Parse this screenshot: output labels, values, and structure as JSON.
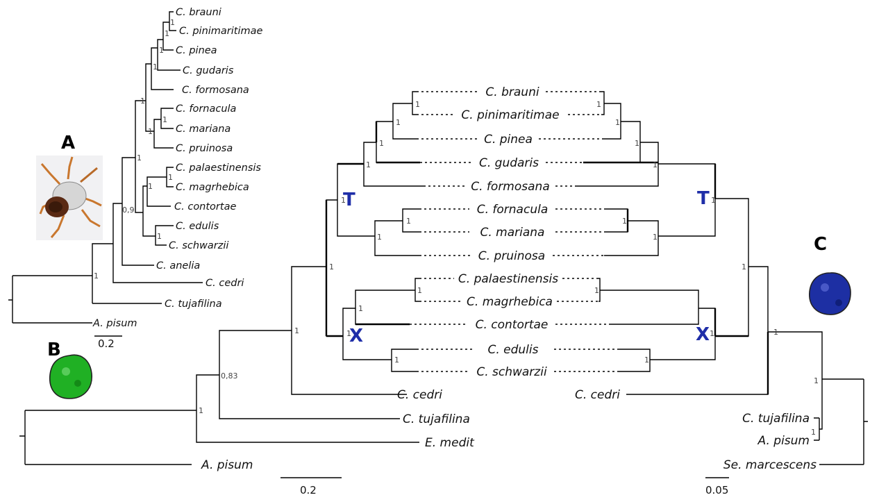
{
  "colors": {
    "marker": "#1f2ea8",
    "cellB": "#1fae23",
    "cellC": "#1d2fa3"
  },
  "panels": {
    "a": "A",
    "b": "B",
    "c": "C"
  },
  "panelA": {
    "taxa": [
      "C. brauni",
      "C. pinimaritimae",
      "C. pinea",
      "C. gudaris",
      "C. formosana",
      "C. fornacula",
      "C. mariana",
      "C. pruinosa",
      "C. palaestinensis",
      "C. magrhebica",
      "C. contortae",
      "C. edulis",
      "C. schwarzii",
      "C. anelia",
      "C. cedri",
      "C. tujafilina",
      "A. pisum"
    ],
    "support": [
      "1",
      "1",
      "1",
      "1",
      "1",
      "1",
      "1",
      "1",
      "1",
      "1",
      "0,9",
      "1",
      "1"
    ],
    "scale": "0.2"
  },
  "center": {
    "taxa": [
      "C. brauni",
      "C. pinimaritimae",
      "C. pinea",
      "C. gudaris",
      "C. formosana",
      "C. fornacula",
      "C. mariana",
      "C. pruinosa",
      "C. palaestinensis",
      "C. magrhebica",
      "C. contortae",
      "C. edulis",
      "C. schwarzii"
    ],
    "left_outgroups": [
      "C. cedri",
      "C. tujafilina",
      "E. medit",
      "A. pisum"
    ],
    "right_outgroup": "C. cedri",
    "left_support": [
      "1",
      "1",
      "1",
      "1",
      "1",
      "1",
      "1",
      "1",
      "1",
      "1",
      "1",
      "1",
      "1",
      "0,83",
      "1"
    ],
    "right_support": [
      "1",
      "1",
      "1",
      "1",
      "1",
      "1",
      "1",
      "1"
    ],
    "markers": {
      "t": "T",
      "x": "X"
    },
    "scale": "0.2"
  },
  "panelC": {
    "taxa": [
      "C. tujafilina",
      "A. pisum",
      "Se. marcescens"
    ],
    "support": [
      "1",
      "1",
      "1",
      "1"
    ],
    "scale": "0.05"
  }
}
